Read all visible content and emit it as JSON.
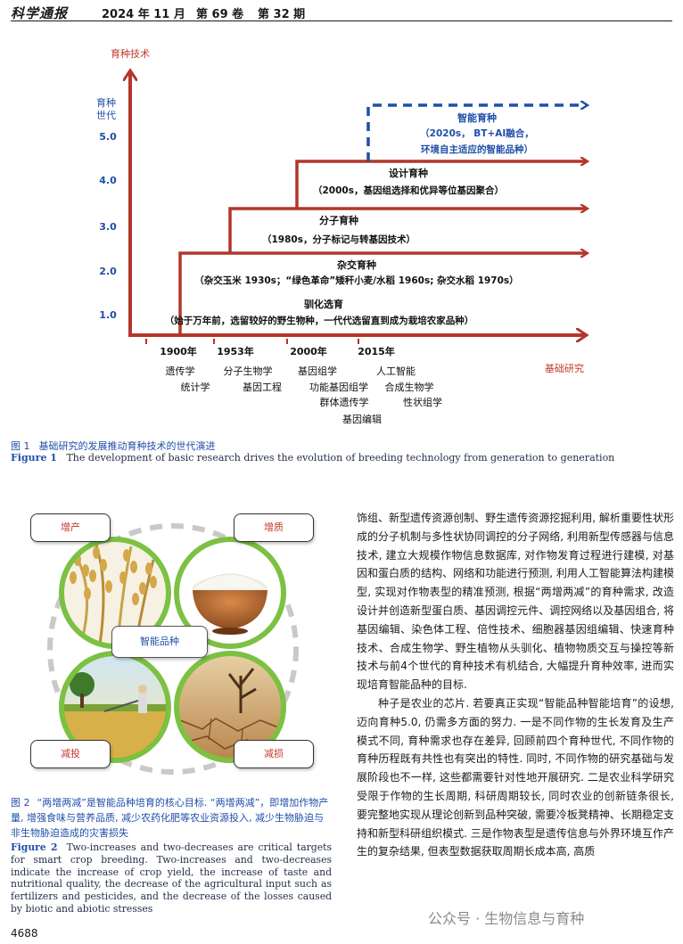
{
  "header": {
    "journal_title": "科学通报",
    "year": "2024 年 11 月",
    "volume": "第 69 卷",
    "issue": "第 32 期"
  },
  "figure1": {
    "y_axis_title": "育种技术",
    "y_axis_sub": [
      "育种",
      "世代"
    ],
    "x_axis_title": "基础研究",
    "y_ticks": [
      "5.0",
      "4.0",
      "3.0",
      "2.0",
      "1.0"
    ],
    "stages": [
      {
        "name": "驯化选育",
        "desc": "（始于万年前，选留较好的野生物种，一代代选留直到成为栽培农家品种）"
      },
      {
        "name": "杂交育种",
        "desc": "（杂交玉米 1930s；“绿色革命”矮秆小麦/水稻 1960s; 杂交水稻 1970s）"
      },
      {
        "name": "分子育种",
        "desc": "（1980s，分子标记与转基因技术）"
      },
      {
        "name": "设计育种",
        "desc": "（2000s，基因组选择和优异等位基因聚合）"
      },
      {
        "name": "智能育种",
        "desc_lines": [
          "（2020s，  BT+AI融合，",
          "环境自主适应的智能品种）"
        ]
      }
    ],
    "years": [
      "1900年",
      "1953年",
      "2000年",
      "2015年"
    ],
    "research_columns": [
      [
        "遗传学",
        "统计学"
      ],
      [
        "分子生物学",
        "基因工程"
      ],
      [
        "基因组学",
        "功能基因组学",
        "群体遗传学",
        "基因编辑"
      ],
      [
        "人工智能",
        "合成生物学",
        "性状组学"
      ]
    ],
    "caption_cn_label": "图 1",
    "caption_cn": "基础研究的发展推动育种技术的世代演进",
    "caption_en_label": "Figure 1",
    "caption_en": "The development of basic research drives the evolution of breeding technology from generation to generation"
  },
  "figure2": {
    "center_label": "智能品种",
    "goals": [
      "增产",
      "增质",
      "减投",
      "减损"
    ],
    "caption_cn_label": "图 2",
    "caption_cn": "“两增两减”是智能品种培育的核心目标. “两增两减”，即增加作物产量, 增强食味与营养品质, 减少农药化肥等农业资源投入, 减少生物胁迫与非生物胁迫造成的灾害损失",
    "caption_en_label": "Figure 2",
    "caption_en": "Two-increases and two-decreases are critical targets for smart crop breeding. Two-increases and two-decreases indicate the increase of crop yield, the increase of taste and nutritional quality, the decrease of the agricultural input such as fertilizers and pesticides, and the decrease of the losses caused by biotic and abiotic stresses"
  },
  "body": {
    "para1": "饰组、新型遗传资源创制、野生遗传资源挖掘利用, 解析重要性状形成的分子机制与多性状协同调控的分子网络, 利用新型传感器与信息技术, 建立大规模作物信息数据库, 对作物发育过程进行建模, 对基因和蛋白质的结构、网络和功能进行预测, 利用人工智能算法构建模型, 实现对作物表型的精准预测, 根据“两增两减”的育种需求, 改造设计并创造新型蛋白质、基因调控元件、调控网络以及基因组合, 将基因编辑、染色体工程、倍性技术、细胞器基因组编辑、快速育种技术、合成生物学、野生植物从头驯化、植物物质交互与操控等新技术与前4个世代的育种技术有机结合, 大幅提升育种效率, 进而实现培育智能品种的目标.",
    "para2": "种子是农业的芯片. 若要真正实现“智能品种智能培育”的设想, 迈向育种5.0, 仍需多方面的努力. 一是不同作物的生长发育及生产模式不同, 育种需求也存在差异, 回顾前四个育种世代, 不同作物的育种历程既有共性也有突出的特性. 同时, 不同作物的研究基础与发展阶段也不一样, 这些都需要针对性地开展研究. 二是农业科学研究受限于作物的生长周期, 科研周期较长, 同时农业的创新链条很长, 要完整地实现从理论创新到品种突破, 需要冷板凳精神、长期稳定支持和新型科研组织模式. 三是作物表型是遗传信息与外界环境互作产生的复杂结果, 但表型数据获取周期长成本高, 高质"
  },
  "page_number": "4688",
  "watermark": "公众号 · 生物信息与育种",
  "colors": {
    "arrow_red": "#b3362b",
    "blue_dashed": "#1f4fa8",
    "caption_blue": "#1f4fa8",
    "circle_green": "#7cc142"
  }
}
